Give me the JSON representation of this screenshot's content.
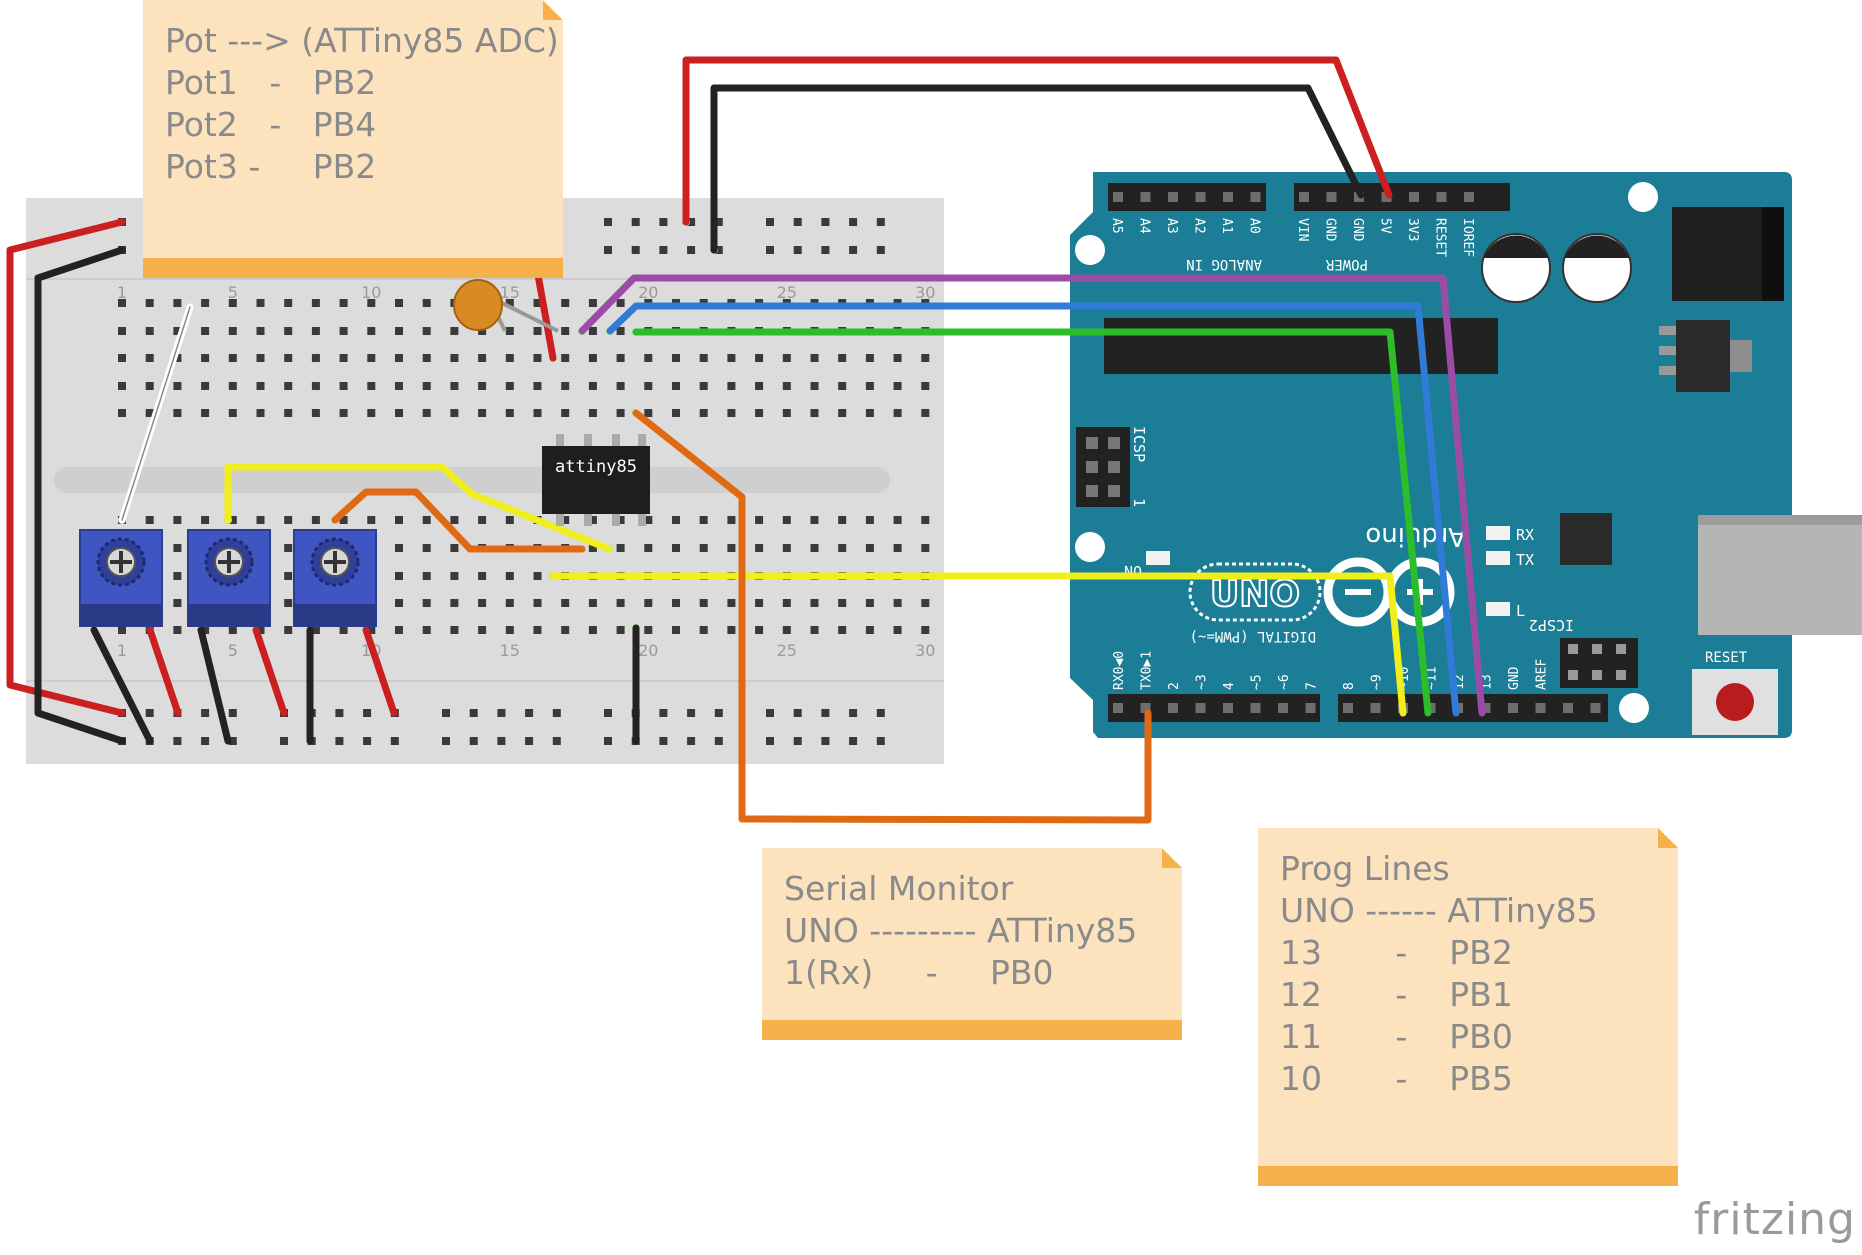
{
  "notes": {
    "pot": {
      "lines": [
        "Pot ---> (ATTiny85 ADC)",
        "Pot1   -   PB2",
        "Pot2   -   PB4",
        "Pot3 -     PB2"
      ]
    },
    "serial": {
      "lines": [
        "Serial Monitor",
        "UNO --------- ATTiny85",
        "1(Rx)     -     PB0"
      ]
    },
    "prog": {
      "lines": [
        "Prog Lines",
        "UNO ------ ATTiny85",
        "13       -    PB2",
        "12       -    PB1",
        "11       -    PB0",
        "10       -    PB5"
      ]
    }
  },
  "breadboard": {
    "column_numbers_top": [
      "1",
      "5",
      "10",
      "15",
      "20",
      "25",
      "30"
    ],
    "column_numbers_bottom": [
      "1",
      "5",
      "10",
      "15",
      "20",
      "25",
      "30"
    ]
  },
  "chip": {
    "label": "attiny85"
  },
  "arduino": {
    "analog_pins": [
      "A5",
      "A4",
      "A3",
      "A2",
      "A1",
      "A0"
    ],
    "analog_label": "ANALOG IN",
    "power_pins": [
      "VIN",
      "GND",
      "GND",
      "5V",
      "3V3",
      "RESET",
      "IOREF"
    ],
    "power_label": "POWER",
    "digital_pins_left": [
      "RX0◀0",
      "TX0▶1",
      "2",
      "~3",
      "4",
      "~5",
      "~6",
      "7"
    ],
    "digital_pins_right": [
      "8",
      "~9",
      "~10",
      "~11",
      "12",
      "13",
      "GND",
      "AREF"
    ],
    "digital_label": "DIGITAL (PWM=~)",
    "icsp_label": "ICSP",
    "icsp_number": "1",
    "icsp2_label": "ICSP2",
    "logo_text": "UNO",
    "brand_text": "Arduino",
    "on_label": "ON",
    "rx_label": "RX",
    "tx_label": "TX",
    "l_label": "L",
    "reset_label": "RESET"
  },
  "footer": {
    "brand": "fritzing"
  },
  "colors": {
    "board": "#1b7e96",
    "breadboard": "#dcdcdc",
    "note_bg": "#fde3bd",
    "note_bar": "#f6b14a",
    "wire_red": "#cc1f1f",
    "wire_black": "#222222",
    "wire_yellow": "#f0ee1c",
    "wire_orange": "#e06a14",
    "wire_green": "#2cbd2a",
    "wire_blue": "#2f7bd6",
    "wire_purple": "#9b4ca6",
    "pot_blue": "#3f55c2"
  }
}
